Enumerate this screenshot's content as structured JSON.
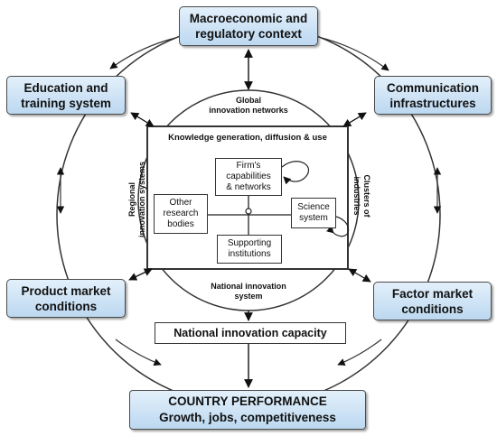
{
  "outer_nodes": {
    "macro": "Macroeconomic and\nregulatory context",
    "education": "Education and\ntraining system",
    "communication": "Communication\ninfrastructures",
    "product": "Product market\nconditions",
    "factor": "Factor market\nconditions"
  },
  "ring_labels": {
    "global": "Global\ninnovation networks",
    "national_system": "National innovation\nsystem",
    "regional": "Regional\ninnovation systems",
    "clusters": "Clusters of\nindustries"
  },
  "core": {
    "title": "Knowledge generation, diffusion & use",
    "firms": "Firm's\ncapabilities\n& networks",
    "other_research": "Other\nresearch\nbodies",
    "science": "Science\nsystem",
    "supporting": "Supporting\ninstitutions"
  },
  "capacity": "National innovation capacity",
  "performance": {
    "title": "COUNTRY PERFORMANCE",
    "subtitle": "Growth, jobs, competitiveness"
  }
}
